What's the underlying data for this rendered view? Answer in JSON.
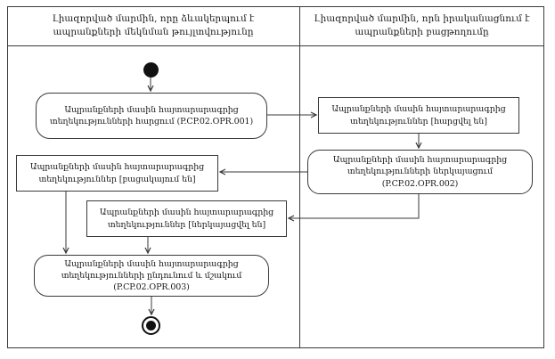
{
  "diagram": {
    "lanes": [
      {
        "title": "Լիազորված մարմին, որը ձևակերպում է ապրանքների մեկնման թույլտվությունը"
      },
      {
        "title": "Լիազորված մարմին, որն իրականացնում է ապրանքների բացթողումը"
      }
    ],
    "nodes": {
      "action1": {
        "type": "action",
        "label": "Ապրանքների մասին հայտարարագրից տեղեկությունների հարցում (P.CP.02.OPR.001)"
      },
      "object_requested": {
        "type": "object-state",
        "label": "Ապրանքների մասին հայտարարագրից տեղեկություններ [հարցվել են]"
      },
      "action2": {
        "type": "action",
        "label": "Ապրանքների մասին հայտարարագրից տեղեկությունների ներկայացում (P.CP.02.OPR.002)"
      },
      "object_absent": {
        "type": "object-state",
        "label": "Ապրանքների մասին հայտարարագրից տեղեկություններ [բացակայում են]"
      },
      "object_submitted": {
        "type": "object-state",
        "label": "Ապրանքների մասին հայտարարագրից տեղեկություններ [ներկայացվել են]"
      },
      "action3": {
        "type": "action",
        "label": "Ապրանքների մասին հայտարարագրից տեղեկությունների ընդունում և մշակում (P.CP.02.OPR.003)"
      }
    },
    "flow": {
      "start_node": "initial",
      "end_node": "final",
      "edges": [
        "start -> action1",
        "action1 -> object_requested",
        "object_requested -> action2",
        "action2 -> object_absent",
        "action2 -> object_submitted",
        "object_absent -> action3",
        "object_submitted -> action3",
        "action3 -> end"
      ]
    },
    "colors": {
      "line": "#3a3a3a",
      "text": "#1a1a1a",
      "background": "#ffffff"
    }
  }
}
